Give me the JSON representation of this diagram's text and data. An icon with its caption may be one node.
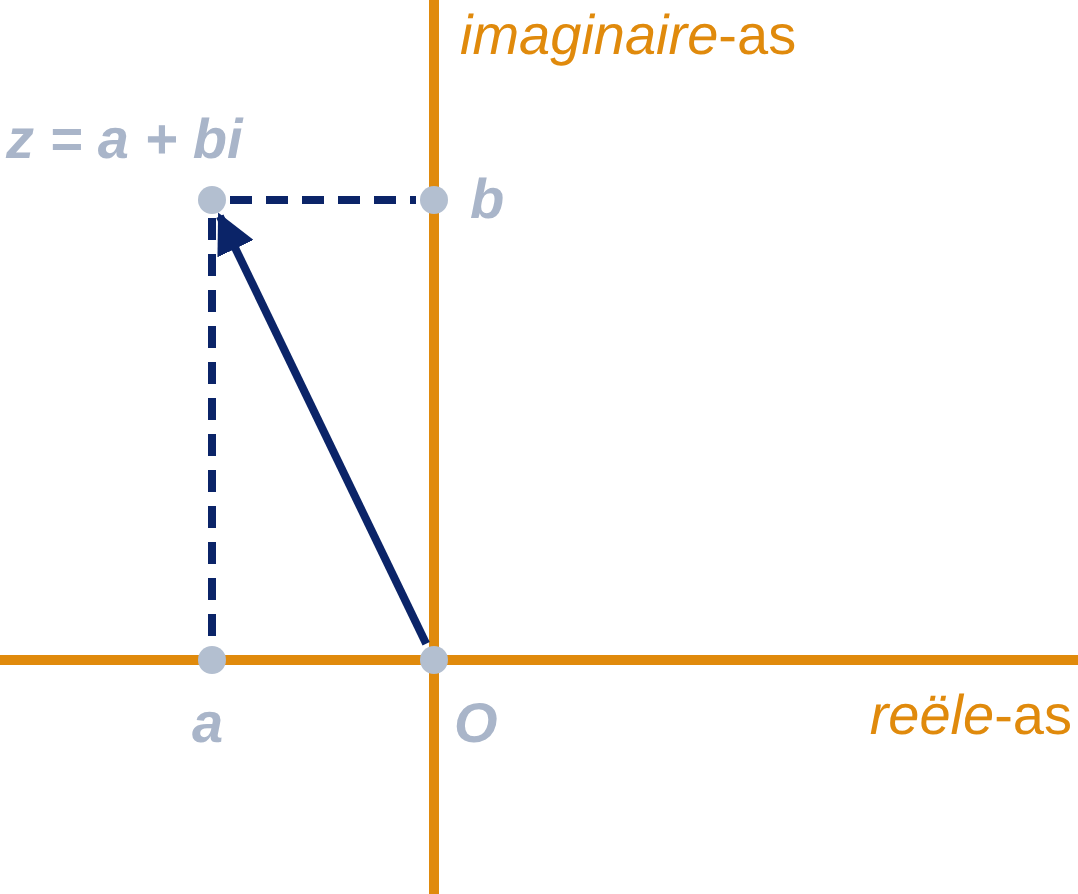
{
  "diagram": {
    "nodes": [
      {
        "text": [
          "z = a + bi"
        ]
      },
      {
        "text": [
          "b"
        ]
      },
      {
        "text": [
          "a"
        ]
      },
      {
        "text": [
          "O"
        ]
      }
    ],
    "edges": [
      {
        "from": 3,
        "to": 0,
        "arrow": "to"
      },
      {
        "from": 0,
        "to": 1,
        "arrow": "none",
        "style": "dashed"
      },
      {
        "from": 0,
        "to": 2,
        "arrow": "none",
        "style": "dashed"
      }
    ],
    "labels": [
      "*imaginaire*-as",
      "*reële*-as"
    ]
  }
}
